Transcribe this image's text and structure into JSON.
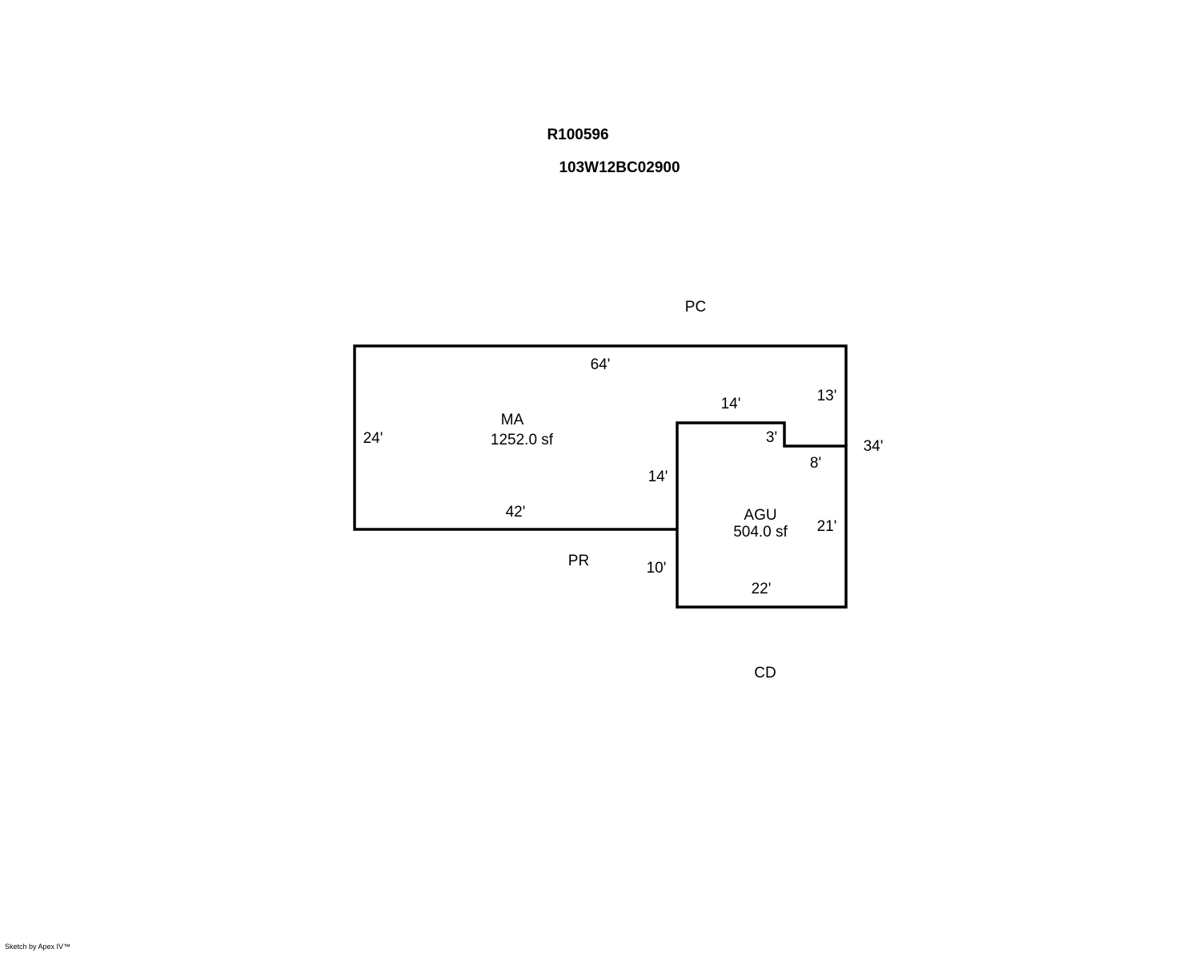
{
  "header": {
    "account_id": "R100596",
    "map_number": "103W12BC02900"
  },
  "areas": {
    "ma": {
      "code": "MA",
      "area": "1252.0 sf"
    },
    "agu": {
      "code": "AGU",
      "area": "504.0 sf"
    }
  },
  "adjacent_labels": {
    "pc": "PC",
    "pr": "PR",
    "cd": "CD"
  },
  "dimensions": {
    "ma_top": "64'",
    "ma_left": "24'",
    "ma_bottom": "42'",
    "ma_right_upper": "13'",
    "overall_right": "34'",
    "agu_top": "14'",
    "agu_notch_width": "3'",
    "agu_notch_height": "8'",
    "agu_left_upper": "14'",
    "agu_left_lower": "10'",
    "agu_right": "21'",
    "agu_bottom": "22'"
  },
  "footer": {
    "credit": "Sketch by Apex IV™"
  }
}
